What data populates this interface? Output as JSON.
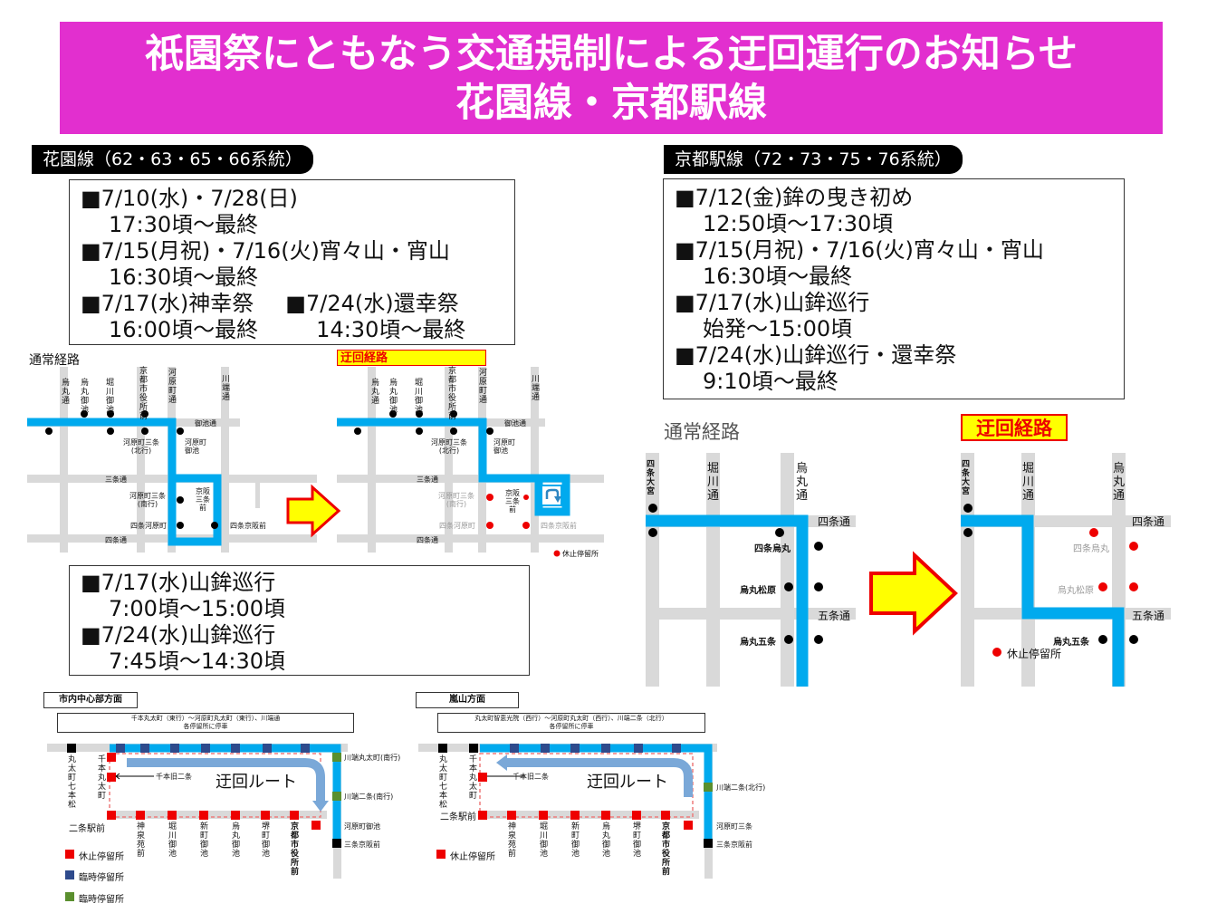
{
  "banner": {
    "line1": "祇園祭にともなう交通規制による迂回運行のお知らせ",
    "line2": "花園線・京都駅線"
  },
  "hanazono": {
    "label": "花園線（62・63・65・66系統）",
    "box1": {
      "l1": "■7/10(水)・7/28(日)",
      "l2": "17:30頃〜最終",
      "l3": "■7/15(月祝)・7/16(火)宵々山・宵山",
      "l4": "16:30頃〜最終",
      "l5a": "■7/17(水)神幸祭",
      "l5b": "■7/24(水)還幸祭",
      "l6a": "16:00頃〜最終",
      "l6b": "14:30頃〜最終"
    },
    "box2": {
      "l1": "■7/17(水)山鉾巡行",
      "l2": "7:00頃〜15:00頃",
      "l3": "■7/24(水)山鉾巡行",
      "l4": "7:45頃〜14:30頃"
    },
    "map": {
      "normal_label": "通常経路",
      "detour_label": "迂回経路",
      "top_streets": [
        "烏丸通",
        "烏丸御池",
        "堀川御池",
        "京都市役所前",
        "河原町通",
        "川端通"
      ],
      "oike": "御池通",
      "sanjo": "三条通",
      "shijo": "四条通",
      "stops": {
        "kawaramachi_sanjo_n": "河原町三条(北行)",
        "kawaramachi_oike": "河原町御池",
        "kawaramachi_sanjo_s": "河原町三条(南行)",
        "keihan_sanjo": "京阪三条前",
        "shijo_kawaramachi": "四条河原町",
        "shijo_keihan": "四条京阪前"
      },
      "legend_closed": "休止停留所"
    }
  },
  "kyoto_station": {
    "label": "京都駅線（72・73・75・76系統）",
    "box": {
      "l1": "■7/12(金)鉾の曳き初め",
      "l2": "12:50頃〜17:30頃",
      "l3": "■7/15(月祝)・7/16(火)宵々山・宵山",
      "l4": "16:30頃〜最終",
      "l5": "■7/17(水)山鉾巡行",
      "l6": "始発〜15:00頃",
      "l7": "■7/24(水)山鉾巡行・還幸祭",
      "l8": "9:10頃〜最終"
    },
    "map": {
      "normal_label": "通常経路",
      "detour_label": "迂回経路",
      "shijo_omiya": "四条大宮",
      "horikawa": "堀川通",
      "karasuma": "烏丸通",
      "shijo_dori": "四条通",
      "gojo_dori": "五条通",
      "shijo_karasuma": "四条烏丸",
      "karasuma_matsubara": "烏丸松原",
      "karasuma_gojo": "烏丸五条",
      "legend_closed": "休止停留所"
    }
  },
  "lower": {
    "left": {
      "title": "市内中心部方面",
      "note1": "千本丸太町（東行）〜河原町丸太町（東行）、川端通",
      "note2": "各停留所に停車",
      "detour": "迂回ルート",
      "left_col": "丸太町七本松",
      "senbon": "千本丸太町",
      "senbon_kyuunijo": "千本旧二条",
      "nijo_ekimae": "二条駅前",
      "bottom_stops": [
        "神泉苑前",
        "堀川御池",
        "新町御池",
        "烏丸御池",
        "堺町御池",
        "京都市役所前"
      ],
      "right_stops": [
        "川端丸太町(南行)",
        "川端二条(南行)",
        "河原町御池",
        "三条京阪前"
      ],
      "legend": [
        "休止停留所",
        "臨時停留所",
        "臨時停留所"
      ]
    },
    "right": {
      "title": "嵐山方面",
      "note1": "丸太町智恵光院（西行）〜河原町丸太町（西行）、川端二条（北行）",
      "note2": "各停留所に停車",
      "detour": "迂回ルート",
      "left_col": "丸太町七本松",
      "senbon": "千本丸太町",
      "senbon_kyuunijo": "千本旧二条",
      "nijo_ekimae": "二条駅前",
      "bottom_stops": [
        "神泉苑前",
        "堀川御池",
        "新町御池",
        "烏丸御池",
        "堺町御池",
        "京都市役所前"
      ],
      "right_stops": [
        "川端二条(北行)",
        "河原町三条",
        "三条京阪前"
      ],
      "legend": [
        "休止停留所"
      ]
    }
  },
  "colors": {
    "banner": "#e22fcf",
    "route": "#00aaee",
    "closed": "#ee0000",
    "temp_blue": "#2e4a8c",
    "temp_green": "#5a8f2e",
    "arrow_fill": "#ffff00",
    "arrow_stroke": "#ee0000"
  }
}
